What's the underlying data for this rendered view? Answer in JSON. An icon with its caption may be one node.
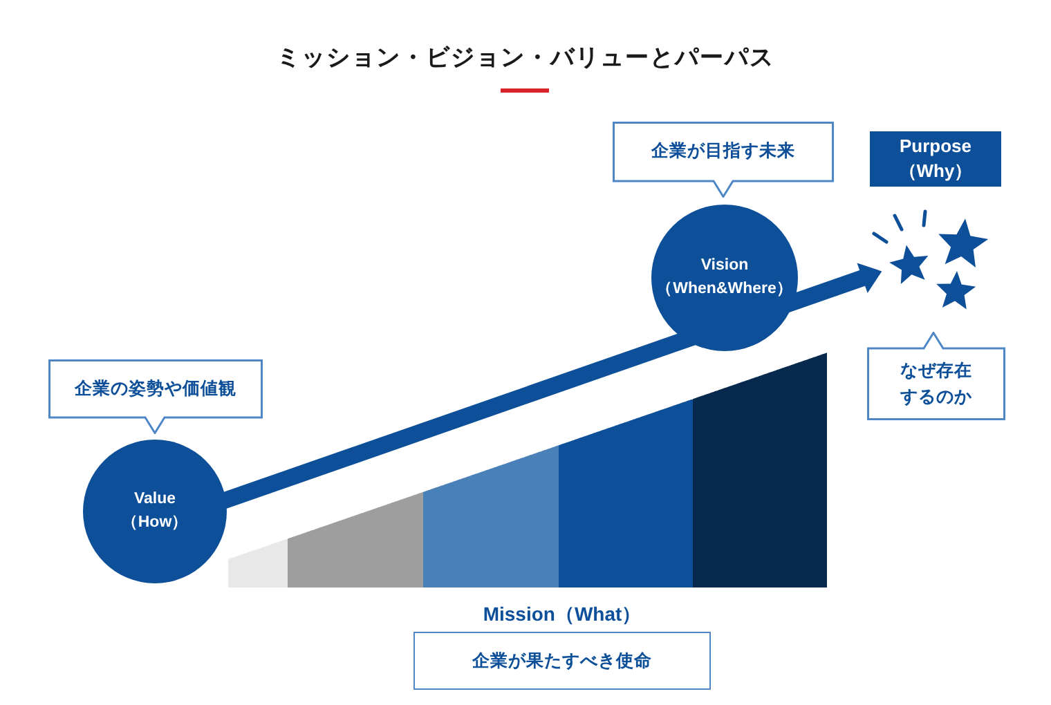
{
  "diagram": {
    "title": "ミッション・ビジョン・バリューとパーパス",
    "nodes": [
      {
        "text": [
          "企業の姿勢や価値観"
        ]
      },
      {
        "text": [
          "Value （How）"
        ]
      },
      {
        "text": [],
        "shape": "bar"
      },
      {
        "text": [],
        "shape": "bar"
      },
      {
        "text": [],
        "shape": "bar"
      },
      {
        "text": [],
        "shape": "bar"
      },
      {
        "text": [],
        "shape": "bar"
      },
      {
        "text": [
          "Mission（What）",
          "企業が果たすべき使命"
        ]
      },
      {
        "text": [
          "企業が目指す未来"
        ]
      },
      {
        "text": [
          "Vision （When&Where）"
        ]
      },
      {
        "text": [
          "Purpose （Why）"
        ]
      },
      {
        "text": [],
        "shape": "picture"
      },
      {
        "text": [
          "なぜ存在するのか"
        ]
      }
    ],
    "edges": [
      {
        "from": 1,
        "to": 9,
        "arrow": "none"
      },
      {
        "from": 9,
        "to": 11,
        "arrow": "to"
      }
    ]
  }
}
